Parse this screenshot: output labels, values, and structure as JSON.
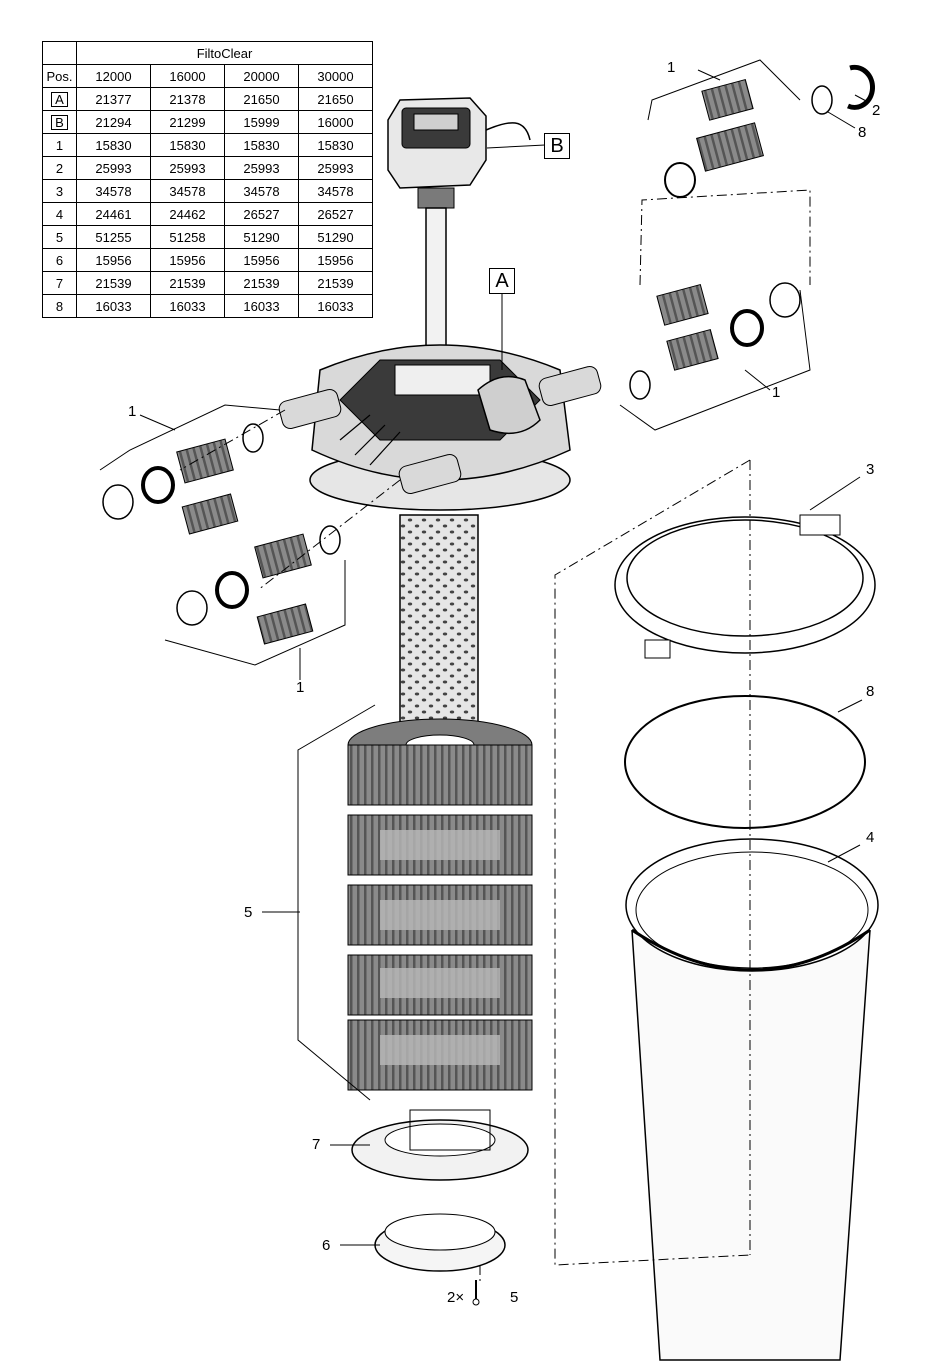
{
  "table": {
    "product_header": "FiltoClear",
    "pos_header": "Pos.",
    "models": [
      "12000",
      "16000",
      "20000",
      "30000"
    ],
    "rows": [
      {
        "pos": "A",
        "boxed": true,
        "values": [
          "21377",
          "21378",
          "21650",
          "21650"
        ]
      },
      {
        "pos": "B",
        "boxed": true,
        "values": [
          "21294",
          "21299",
          "15999",
          "16000"
        ]
      },
      {
        "pos": "1",
        "boxed": false,
        "values": [
          "15830",
          "15830",
          "15830",
          "15830"
        ]
      },
      {
        "pos": "2",
        "boxed": false,
        "values": [
          "25993",
          "25993",
          "25993",
          "25993"
        ]
      },
      {
        "pos": "3",
        "boxed": false,
        "values": [
          "34578",
          "34578",
          "34578",
          "34578"
        ]
      },
      {
        "pos": "4",
        "boxed": false,
        "values": [
          "24461",
          "24462",
          "26527",
          "26527"
        ]
      },
      {
        "pos": "5",
        "boxed": false,
        "values": [
          "51255",
          "51258",
          "51290",
          "51290"
        ]
      },
      {
        "pos": "6",
        "boxed": false,
        "values": [
          "15956",
          "15956",
          "15956",
          "15956"
        ]
      },
      {
        "pos": "7",
        "boxed": false,
        "values": [
          "21539",
          "21539",
          "21539",
          "21539"
        ]
      },
      {
        "pos": "8",
        "boxed": false,
        "values": [
          "16033",
          "16033",
          "16033",
          "16033"
        ]
      }
    ]
  },
  "callouts": {
    "box_a": "A",
    "box_b": "B",
    "part1_top_right": "1",
    "part2": "2",
    "part8_top": "8",
    "part1_mid_right": "1",
    "part1_left_top": "1",
    "part1_left_bottom": "1",
    "part3": "3",
    "part8_ring": "8",
    "part4": "4",
    "part5_sponges": "5",
    "part7": "7",
    "part6": "6",
    "screws_qty": "2×",
    "part5_screw": "5"
  },
  "colors": {
    "line": "#000000",
    "sponge_dark": "#7d7d7d",
    "sponge_light": "#b5b5b5",
    "housing": "#d9d9d9",
    "housing_dark": "#3a3a3a",
    "hose_tail": "#8c8c8c"
  }
}
